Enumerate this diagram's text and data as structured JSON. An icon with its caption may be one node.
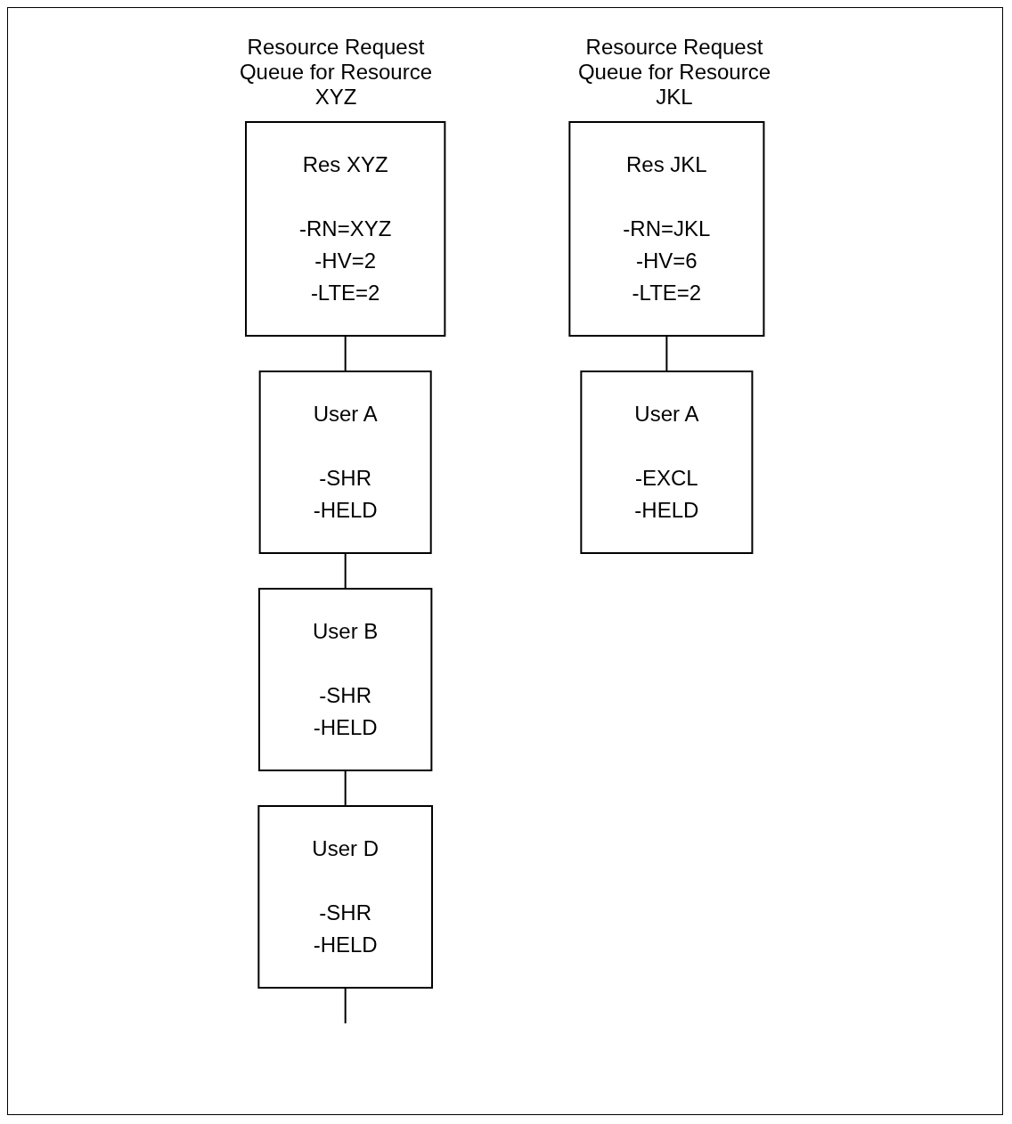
{
  "diagram": {
    "nodes": [
      {
        "text": [
          "Res XYZ",
          "-RN=XYZ -HV=2 -LTE=2"
        ]
      },
      {
        "text": [
          "User A",
          "-SHR -HELD"
        ]
      },
      {
        "text": [
          "User B",
          "-SHR -HELD"
        ]
      },
      {
        "text": [
          "User D",
          "-SHR -HELD"
        ]
      },
      {
        "text": [
          "Res JKL",
          "-RN=JKL -HV=6 -LTE=2"
        ]
      },
      {
        "text": [
          "User A",
          "-EXCL -HELD"
        ]
      }
    ],
    "edges": [
      {
        "from": 0,
        "to": 1,
        "arrow": "none"
      },
      {
        "from": 1,
        "to": 2,
        "arrow": "none"
      },
      {
        "from": 2,
        "to": 3,
        "arrow": "none"
      },
      {
        "from": 3,
        "to": null,
        "arrow": "none"
      },
      {
        "from": 4,
        "to": 5,
        "arrow": "none"
      }
    ],
    "labels": [
      "Resource Request Queue for Resource XYZ",
      "Resource Request Queue for Resource JKL"
    ]
  }
}
